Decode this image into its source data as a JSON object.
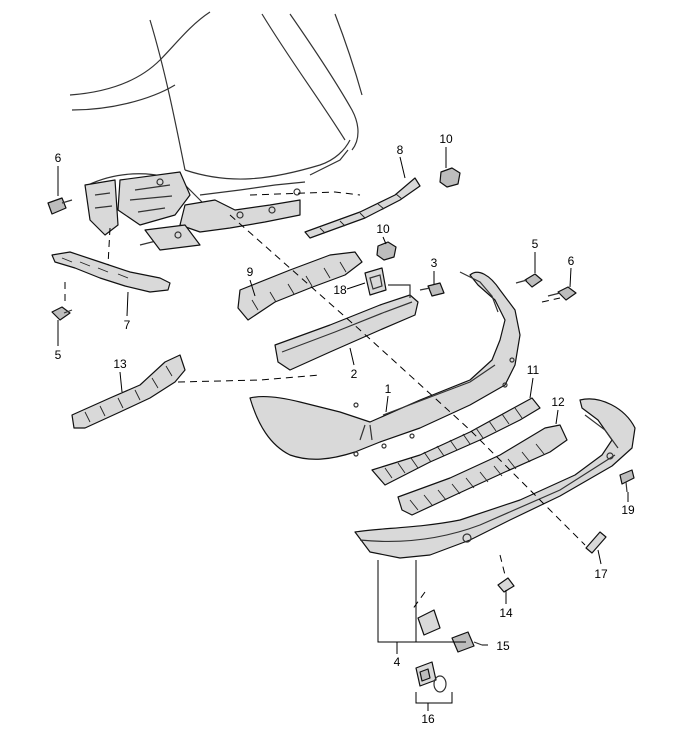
{
  "callouts": {
    "c1": "1",
    "c2": "2",
    "c3": "3",
    "c4": "4",
    "c5a": "5",
    "c5b": "5",
    "c6a": "6",
    "c6b": "6",
    "c7": "7",
    "c8": "8",
    "c9": "9",
    "c10a": "10",
    "c10b": "10",
    "c11": "11",
    "c12": "12",
    "c13": "13",
    "c14": "14",
    "c15": "15",
    "c16": "16",
    "c17": "17",
    "c18": "18",
    "c19": "19"
  }
}
